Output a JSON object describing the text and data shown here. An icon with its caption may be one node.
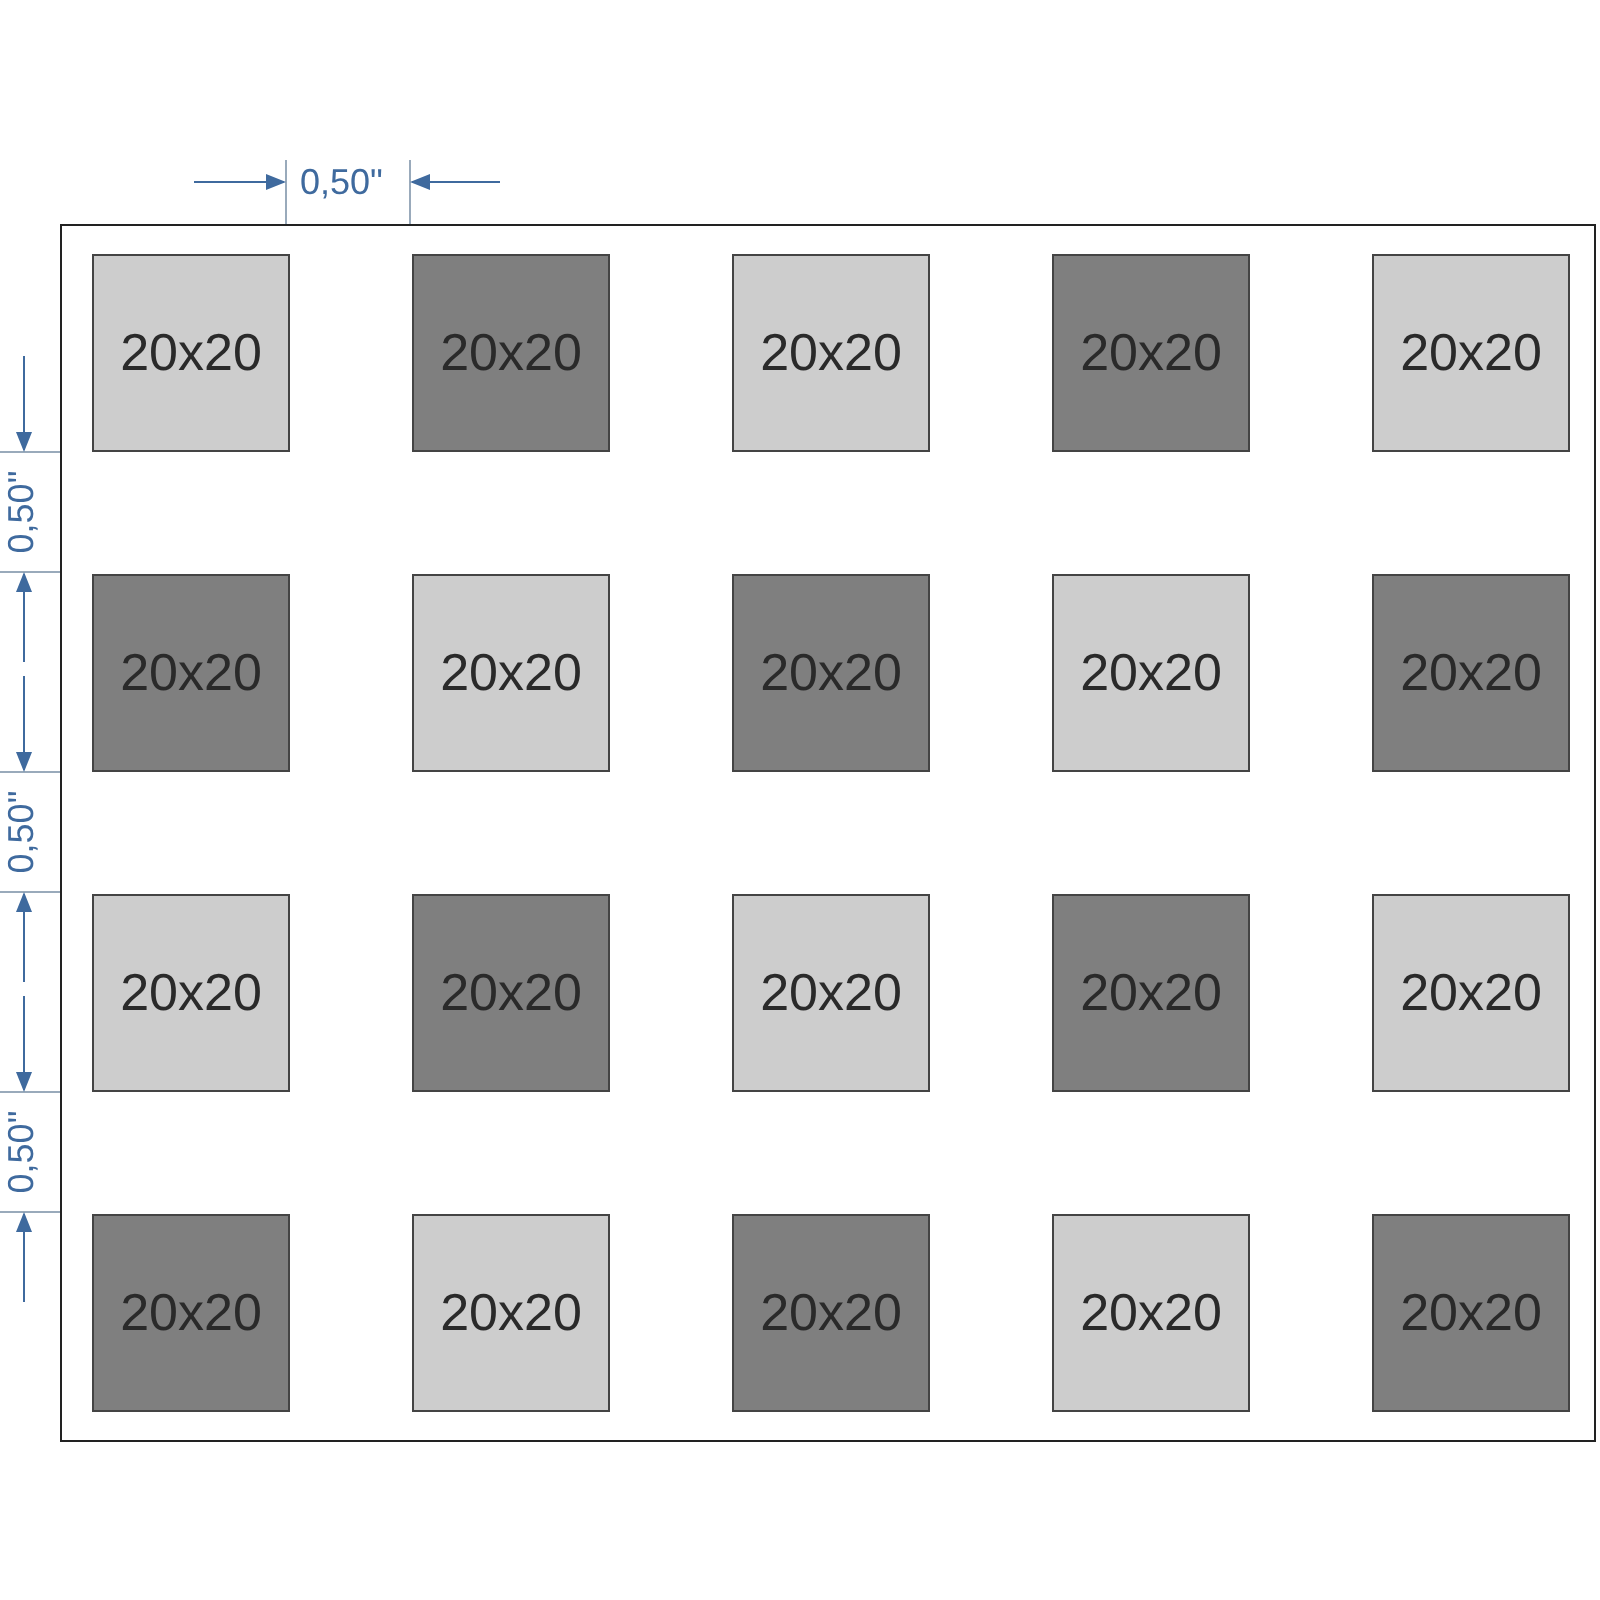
{
  "diagram": {
    "nodes": [
      {
        "text": [],
        "shape": "box"
      },
      {
        "text": [
          "20x20"
        ],
        "in": 0
      },
      {
        "text": [
          "20x20"
        ],
        "in": 0
      },
      {
        "text": [
          "20x20"
        ],
        "in": 0
      },
      {
        "text": [
          "20x20"
        ],
        "in": 0
      },
      {
        "text": [
          "20x20"
        ],
        "in": 0
      },
      {
        "text": [
          "20x20"
        ],
        "in": 0
      },
      {
        "text": [
          "20x20"
        ],
        "in": 0
      },
      {
        "text": [
          "20x20"
        ],
        "in": 0
      },
      {
        "text": [
          "20x20"
        ],
        "in": 0
      },
      {
        "text": [
          "20x20"
        ],
        "in": 0
      },
      {
        "text": [
          "20x20"
        ],
        "in": 0
      },
      {
        "text": [
          "20x20"
        ],
        "in": 0
      },
      {
        "text": [
          "20x20"
        ],
        "in": 0
      },
      {
        "text": [
          "20x20"
        ],
        "in": 0
      },
      {
        "text": [
          "20x20"
        ],
        "in": 0
      },
      {
        "text": [
          "20x20"
        ],
        "in": 0
      },
      {
        "text": [
          "20x20"
        ],
        "in": 0
      },
      {
        "text": [
          "20x20"
        ],
        "in": 0
      },
      {
        "text": [
          "20x20"
        ],
        "in": 0
      },
      {
        "text": [
          "20x20"
        ],
        "in": 0
      }
    ],
    "labels": [
      "0,50\"",
      "0,50\"",
      "0,50\"",
      "0,50\""
    ]
  }
}
